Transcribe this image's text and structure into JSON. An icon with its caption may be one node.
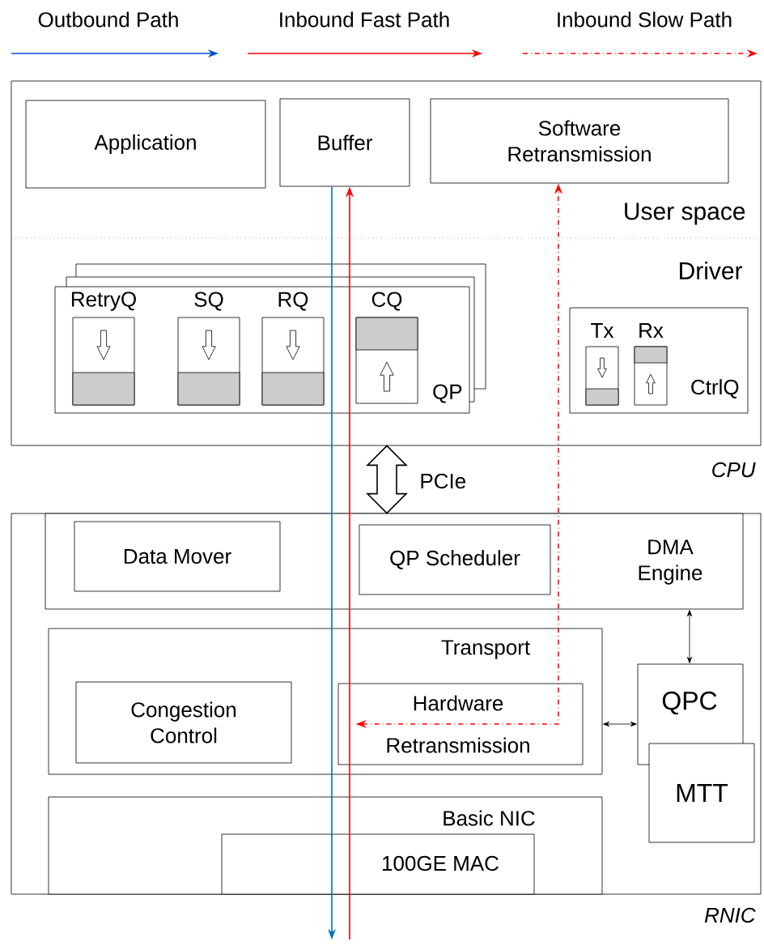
{
  "diagram": {
    "nodes": [
      {
        "text": [
          "CPU"
        ]
      },
      {
        "text": [
          "Application"
        ],
        "in": 0
      },
      {
        "text": [
          "Buffer"
        ],
        "in": 0
      },
      {
        "text": [
          "Software Retransmission"
        ],
        "in": 0
      },
      {
        "text": [
          "QP"
        ],
        "in": 0
      },
      {
        "text": [
          "RetryQ"
        ],
        "in": 4
      },
      {
        "text": [
          "SQ"
        ],
        "in": 4
      },
      {
        "text": [
          "RQ"
        ],
        "in": 4
      },
      {
        "text": [
          "CQ"
        ],
        "in": 4
      },
      {
        "text": [
          "CtrlQ"
        ],
        "in": 0
      },
      {
        "text": [
          "Tx"
        ],
        "in": 9
      },
      {
        "text": [
          "Rx"
        ],
        "in": 9
      },
      {
        "text": [
          "RNIC"
        ]
      },
      {
        "text": [
          "DMA Engine"
        ],
        "in": 12
      },
      {
        "text": [
          "Data Mover"
        ],
        "in": 13
      },
      {
        "text": [
          "QP Scheduler"
        ],
        "in": 13
      },
      {
        "text": [
          "Transport"
        ],
        "in": 12
      },
      {
        "text": [
          "Congestion Control"
        ],
        "in": 16
      },
      {
        "text": [
          "Hardware Retransmission"
        ],
        "in": 16
      },
      {
        "text": [
          "QPC"
        ],
        "in": 12
      },
      {
        "text": [
          "MTT"
        ],
        "in": 12
      },
      {
        "text": [
          "Basic NIC"
        ],
        "in": 12
      },
      {
        "text": [
          "100GE MAC"
        ],
        "in": 21
      }
    ],
    "edges": [
      {
        "from": 2,
        "to": null,
        "arrow": "to",
        "color": "#0070c0"
      },
      {
        "from": null,
        "to": 2,
        "arrow": "to",
        "color": "#ff0000"
      },
      {
        "from": 18,
        "to": 3,
        "arrow": "both",
        "style": "dashed",
        "color": "#ff0000"
      },
      {
        "from": 0,
        "to": 12,
        "arrow": "both",
        "style": "thick",
        "label": "PCIe"
      },
      {
        "from": 13,
        "to": 19,
        "arrow": "both",
        "color": "#000000"
      },
      {
        "from": 16,
        "to": 19,
        "arrow": "both",
        "color": "#000000"
      }
    ],
    "labels": [
      "User space",
      "Driver"
    ],
    "legend": [
      {
        "text": "Outbound Path"
      },
      {
        "text": "Inbound Fast Path"
      },
      {
        "text": "Inbound Slow Path"
      }
    ]
  }
}
